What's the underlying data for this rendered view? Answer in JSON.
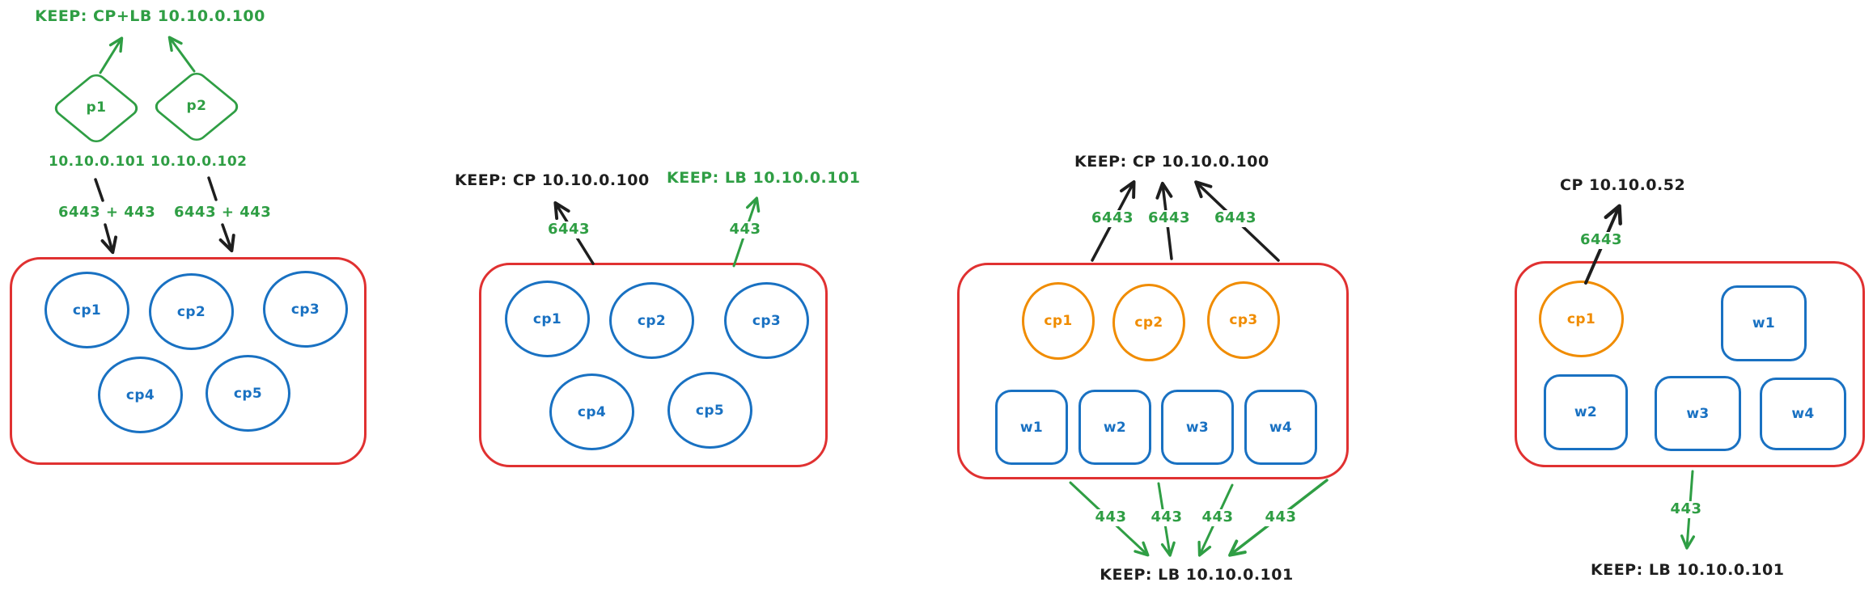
{
  "diagram": {
    "background": "#ffffff",
    "colors": {
      "green": "#2f9e44",
      "black": "#1e1e1e",
      "red": "#e03131",
      "blue": "#1971c2",
      "orange": "#f08c00"
    },
    "scenarios": [
      {
        "keep_label": "KEEP: CP+LB 10.10.0.100",
        "proxies": [
          {
            "label": "p1",
            "ip": "10.10.0.101",
            "ports": "6443 + 443"
          },
          {
            "label": "p2",
            "ip": "10.10.0.102",
            "ports": "6443 + 443"
          }
        ],
        "cluster_nodes": [
          "cp1",
          "cp2",
          "cp3",
          "cp4",
          "cp5"
        ]
      },
      {
        "keep_cp_label": "KEEP: CP 10.10.0.100",
        "keep_lb_label": "KEEP: LB 10.10.0.101",
        "cp_port": "6443",
        "lb_port": "443",
        "cluster_nodes": [
          "cp1",
          "cp2",
          "cp3",
          "cp4",
          "cp5"
        ]
      },
      {
        "keep_cp_label": "KEEP: CP 10.10.0.100",
        "keep_lb_label": "KEEP: LB 10.10.0.101",
        "cp_ports": [
          "6443",
          "6443",
          "6443"
        ],
        "lb_ports": [
          "443",
          "443",
          "443",
          "443"
        ],
        "control_plane_nodes": [
          "cp1",
          "cp2",
          "cp3"
        ],
        "worker_nodes": [
          "w1",
          "w2",
          "w3",
          "w4"
        ]
      },
      {
        "cp_label": "CP 10.10.0.52",
        "keep_lb_label": "KEEP: LB 10.10.0.101",
        "cp_port": "6443",
        "lb_port": "443",
        "control_plane_nodes": [
          "cp1"
        ],
        "worker_nodes": [
          "w1",
          "w2",
          "w3",
          "w4"
        ]
      }
    ]
  }
}
